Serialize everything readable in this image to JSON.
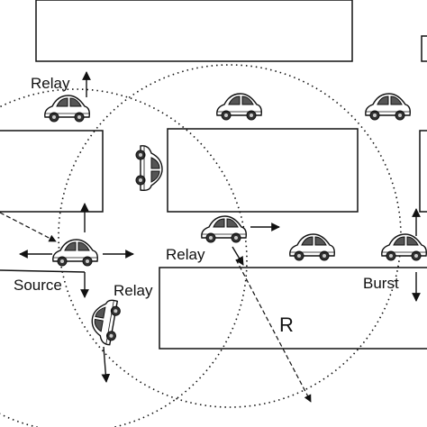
{
  "labels": {
    "relay_top": "Relay",
    "source": "Source",
    "relay_left": "Relay",
    "relay_mid": "Relay",
    "burst": "Burst",
    "region": "R"
  },
  "colors": {
    "stroke": "#111111",
    "car_body": "#ffffff",
    "car_window": "#555555",
    "background": "#ffffff"
  },
  "icons": [
    "car-icon",
    "arrow-icon"
  ]
}
